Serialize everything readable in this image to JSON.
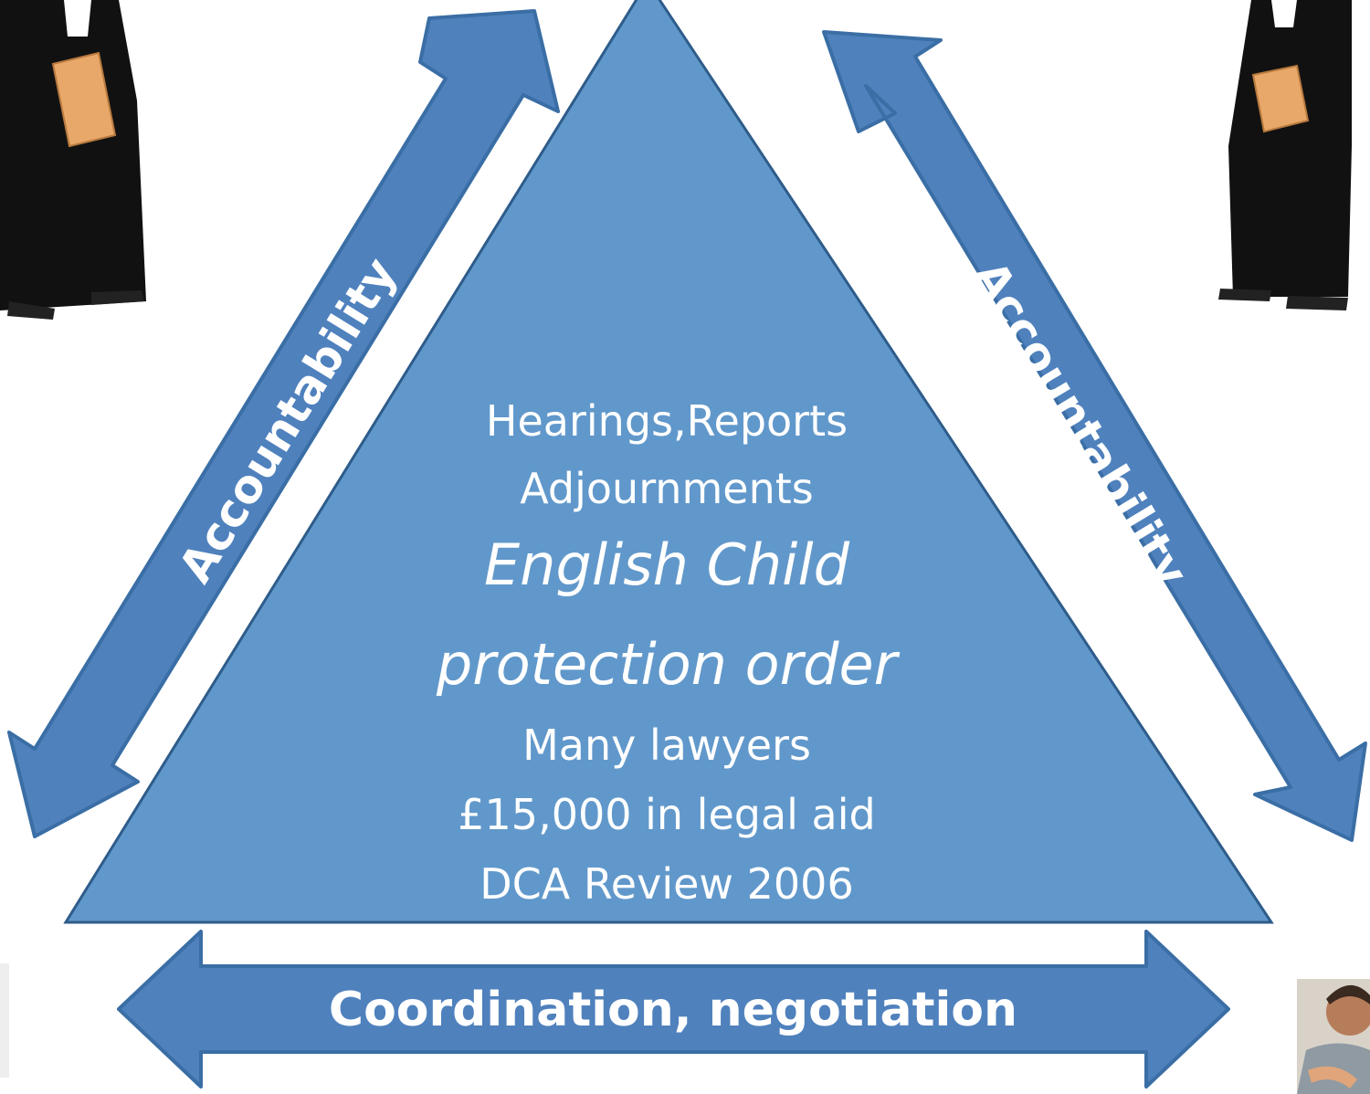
{
  "colors": {
    "arrow_fill": "#4f81bd",
    "arrow_stroke": "#3a6ea5",
    "triangle_fill": "#6198cb",
    "triangle_stroke": "#2e5c8a",
    "robe": "#111111",
    "folder": "#e8a86a"
  },
  "triangle": {
    "line1": "Hearings,Reports",
    "line2": "Adjournments",
    "title_line1": "English Child",
    "title_line2": "protection order",
    "line5": "Many lawyers",
    "line6": "£15,000 in legal aid",
    "line7": "DCA Review 2006"
  },
  "arrows": {
    "left_label": "Accountability",
    "right_label": "Accountability",
    "bottom_label": "Coordination, negotiation"
  },
  "figures": {
    "left": "lawyer-in-robe",
    "right": "lawyer-in-robe",
    "bottom_right": "man-photo"
  }
}
